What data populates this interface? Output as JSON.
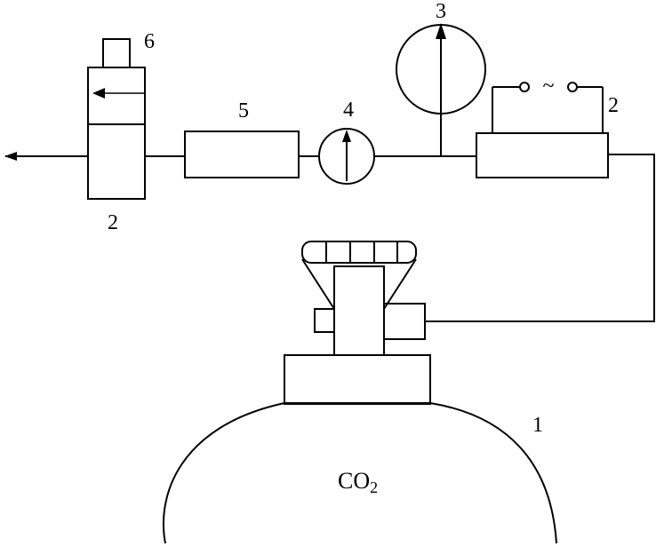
{
  "labels": {
    "cylinder": "1",
    "heater": "2",
    "pressure_gauge": "3",
    "flow_gauge": "4",
    "tube_unit": "5",
    "outlet_top": "6",
    "outlet_unit": "2",
    "gas_main": "CO",
    "gas_sub": "2",
    "ac_symbol": "~"
  },
  "colors": {
    "stroke": "#000000",
    "background": "#ffffff"
  }
}
